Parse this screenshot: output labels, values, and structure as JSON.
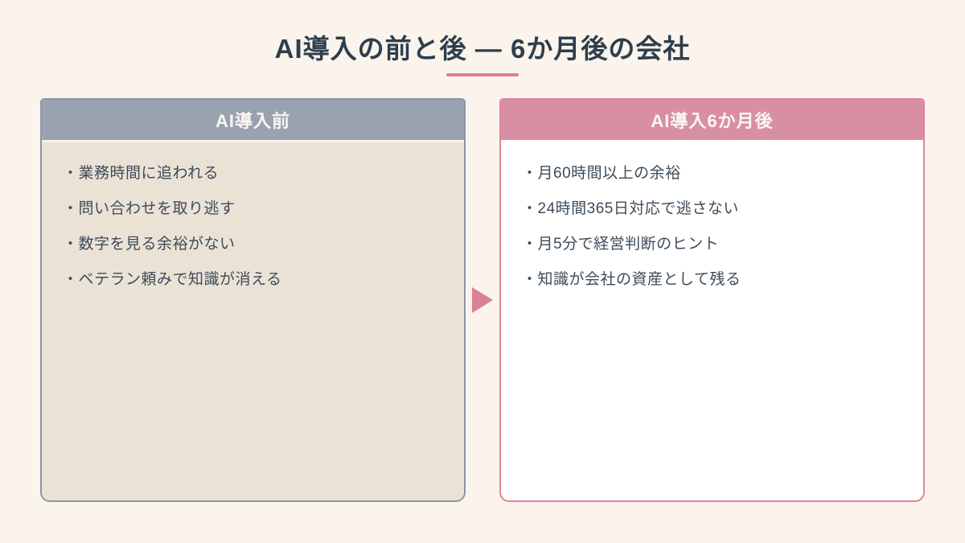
{
  "page": {
    "title": "AI導入の前と後 — 6か月後の会社",
    "background_color": "#faf4ec",
    "title_color": "#2f3e4c",
    "accent_color": "#e27d96"
  },
  "bullets": {
    "char": "・"
  },
  "arrow": {
    "direction": "right",
    "color": "#dc7f98"
  },
  "before_card": {
    "header": "AI導入前",
    "header_bg": "#9aa2b0",
    "border_color": "#8c96a6",
    "body_bg": "#ebe2d6",
    "items": [
      "業務時間に追われる",
      "問い合わせを取り逃す",
      "数字を見る余裕がない",
      "ベテラン頼みで知識が消える"
    ]
  },
  "after_card": {
    "header": "AI導入6か月後",
    "header_bg": "#d98fa3",
    "border_color": "#e2859d",
    "body_bg": "#ffffff",
    "items": [
      "月60時間以上の余裕",
      "24時間365日対応で逃さない",
      "月5分で経営判断のヒント",
      "知識が会社の資産として残る"
    ]
  }
}
